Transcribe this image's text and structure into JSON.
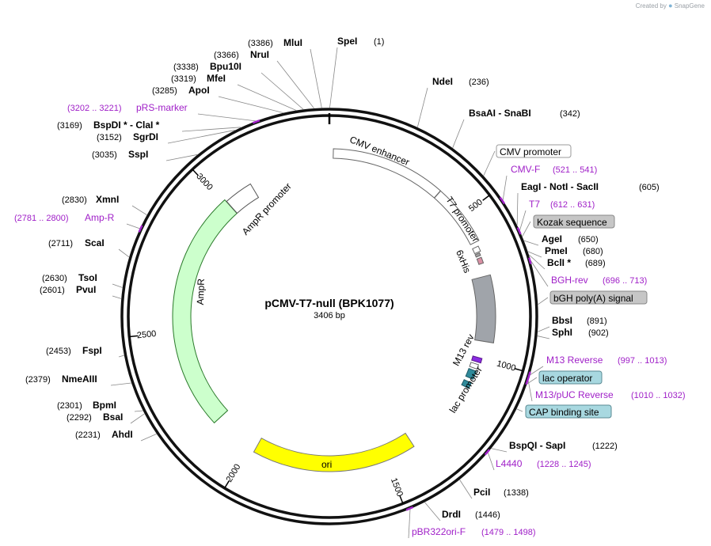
{
  "watermark": {
    "prefix": "Created by",
    "brand": "SnapGene"
  },
  "map": {
    "title": "pCMV-T7-null (BPK1077)",
    "length_label": "3406 bp",
    "total_bp": 3406
  },
  "ticks": [
    {
      "label": "500",
      "pos": 500
    },
    {
      "label": "1000",
      "pos": 1000
    },
    {
      "label": "1500",
      "pos": 1500
    },
    {
      "label": "2000",
      "pos": 2000
    },
    {
      "label": "2500",
      "pos": 2500
    },
    {
      "label": "3000",
      "pos": 3000
    }
  ],
  "features": [
    {
      "name": "CMV enhancer",
      "start": 13,
      "end": 392,
      "color": "#ffffff"
    },
    {
      "name": "CMV promoter",
      "start": 393,
      "end": 596,
      "color": "#ffffff"
    },
    {
      "name": "T7 promoter",
      "start": 612,
      "end": 630,
      "color": "#ffffff"
    },
    {
      "name": "Kozak sequence",
      "start": 634,
      "end": 643,
      "color": "#a0a0a0"
    },
    {
      "name": "6xHis",
      "start": 650,
      "end": 670,
      "color": "#d98fa3"
    },
    {
      "name": "bGH poly(A) signal",
      "start": 714,
      "end": 938,
      "color": "#a0a4aa"
    },
    {
      "name": "M13 rev",
      "start": 997,
      "end": 1013,
      "color": "#8a2be2"
    },
    {
      "name": "lac operator",
      "start": 1021,
      "end": 1037,
      "color": "#ffffff"
    },
    {
      "name": "lac promoter",
      "start": 1045,
      "end": 1075,
      "color": "#2f8a9a"
    },
    {
      "name": "CAP binding site",
      "start": 1089,
      "end": 1110,
      "color": "#2f8a9a"
    },
    {
      "name": "ori",
      "start": 1390,
      "end": 1979,
      "color": "#ffff00"
    },
    {
      "name": "AmpR",
      "start": 2150,
      "end": 3010,
      "color": "#ccffcc"
    },
    {
      "name": "AmpR promoter",
      "start": 3011,
      "end": 3115,
      "color": "#ffffff"
    }
  ],
  "callouts": [
    {
      "id": "CMV-promoter",
      "text": "CMV promoter",
      "style": "white"
    },
    {
      "id": "Kozak-sequence",
      "text": "Kozak sequence",
      "style": "gray"
    },
    {
      "id": "bGH-polyA-signal",
      "text": "bGH poly(A) signal",
      "style": "gray"
    },
    {
      "id": "lac-operator",
      "text": "lac operator",
      "style": "teal"
    },
    {
      "id": "CAP-binding-site",
      "text": "CAP binding site",
      "style": "teal"
    }
  ],
  "sites": [
    {
      "name": "SpeI",
      "pos": "(1)"
    },
    {
      "name": "MluI",
      "pos": "(3386)"
    },
    {
      "name": "NruI",
      "pos": "(3366)"
    },
    {
      "name": "Bpu10I",
      "pos": "(3338)"
    },
    {
      "name": "MfeI",
      "pos": "(3319)"
    },
    {
      "name": "ApoI",
      "pos": "(3285)"
    },
    {
      "name": "NdeI",
      "pos": "(236)"
    },
    {
      "name": "BsaAI - SnaBI",
      "pos": "(342)"
    },
    {
      "name": "BspDI * - ClaI *",
      "pos": "(3169)"
    },
    {
      "name": "SgrDI",
      "pos": "(3152)"
    },
    {
      "name": "SspI",
      "pos": "(3035)"
    },
    {
      "name": "EagI - NotI - SacII",
      "pos": "(605)"
    },
    {
      "name": "AgeI",
      "pos": "(650)"
    },
    {
      "name": "PmeI",
      "pos": "(680)"
    },
    {
      "name": "BclI *",
      "pos": "(689)"
    },
    {
      "name": "XmnI",
      "pos": "(2830)"
    },
    {
      "name": "ScaI",
      "pos": "(2711)"
    },
    {
      "name": "TsoI",
      "pos": "(2630)"
    },
    {
      "name": "PvuI",
      "pos": "(2601)"
    },
    {
      "name": "BbsI",
      "pos": "(891)"
    },
    {
      "name": "SphI",
      "pos": "(902)"
    },
    {
      "name": "FspI",
      "pos": "(2453)"
    },
    {
      "name": "NmeAIII",
      "pos": "(2379)"
    },
    {
      "name": "BpmI",
      "pos": "(2301)"
    },
    {
      "name": "BsaI",
      "pos": "(2292)"
    },
    {
      "name": "AhdI",
      "pos": "(2231)"
    },
    {
      "name": "BspQI - SapI",
      "pos": "(1222)"
    },
    {
      "name": "PciI",
      "pos": "(1338)"
    },
    {
      "name": "DrdI",
      "pos": "(1446)"
    }
  ],
  "primers": [
    {
      "name": "pRS-marker",
      "pos": "(3202 .. 3221)"
    },
    {
      "name": "CMV-F",
      "pos": "(521 .. 541)"
    },
    {
      "name": "T7",
      "pos": "(612 .. 631)"
    },
    {
      "name": "Amp-R",
      "pos": "(2781 .. 2800)"
    },
    {
      "name": "BGH-rev",
      "pos": "(696 .. 713)"
    },
    {
      "name": "M13 Reverse",
      "pos": "(997 .. 1013)"
    },
    {
      "name": "M13/pUC Reverse",
      "pos": "(1010 .. 1032)"
    },
    {
      "name": "L4440",
      "pos": "(1228 .. 1245)"
    },
    {
      "name": "pBR322ori-F",
      "pos": "(1479 .. 1498)"
    }
  ]
}
